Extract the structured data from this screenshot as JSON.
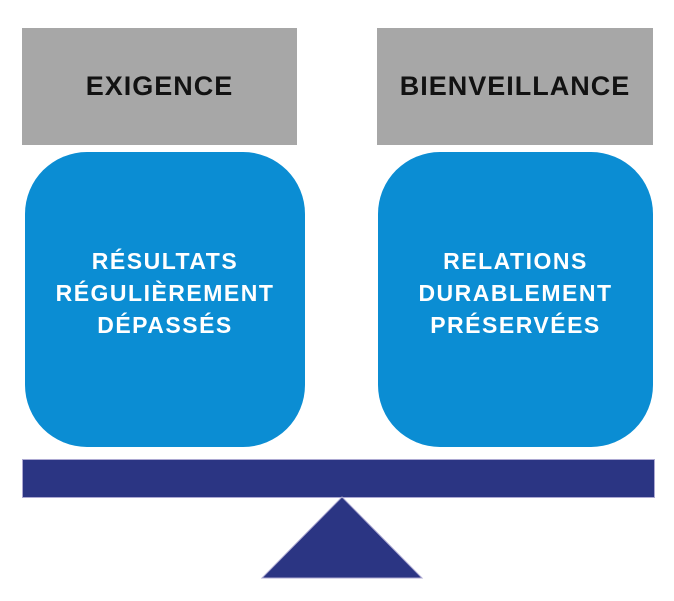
{
  "colors": {
    "gray": "#a7a7a7",
    "blue": "#0b8dd3",
    "navy": "#2b3583",
    "beam_border": "#aca8d2",
    "header_text": "#121212",
    "body_text": "#ffffff",
    "page_bg": "#ffffff"
  },
  "scale": {
    "left_pan": {
      "header_label": "EXIGENCE",
      "body_lines": [
        "RÉSULTATS",
        "RÉGULIÈREMENT",
        "DÉPASSÉS"
      ]
    },
    "right_pan": {
      "header_label": "BIENVEILLANCE",
      "body_lines": [
        "RELATIONS",
        "DURABLEMENT",
        "PRÉSERVÉES"
      ]
    }
  }
}
